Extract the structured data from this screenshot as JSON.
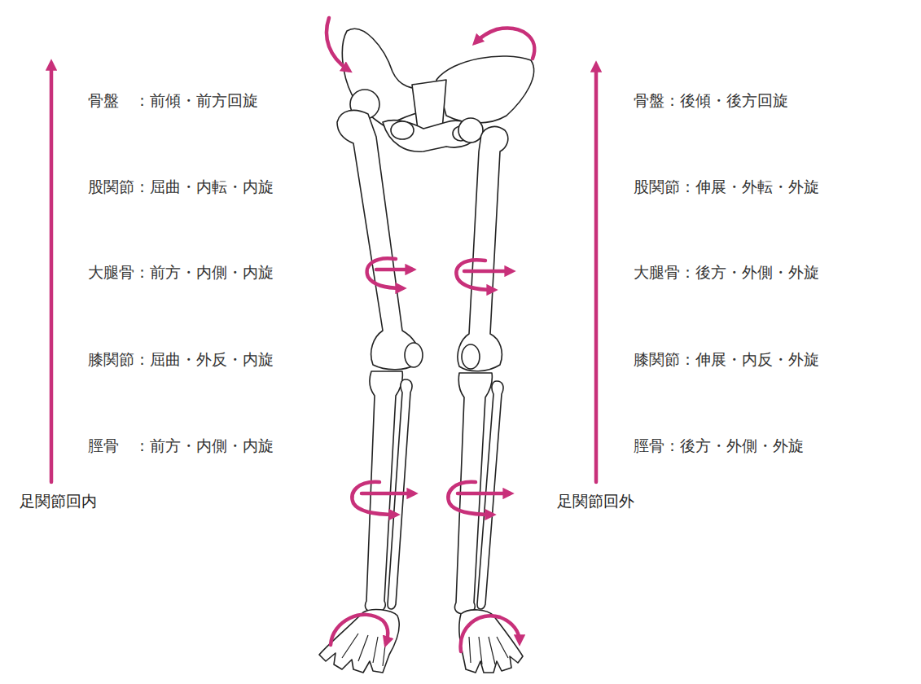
{
  "diagram": {
    "labels": [
      "骨盤　：前傾・前方回旋",
      "股関節：屈曲・内転・内旋",
      "大腿骨：前方・内側・内旋",
      "膝関節：屈曲・外反・内旋",
      "脛骨　：前方・内側・内旋",
      "足関節回内",
      "骨盤：後傾・後方回旋",
      "股関節：伸展・外転・外旋",
      "大腿骨：後方・外側・外旋",
      "膝関節：伸展・内反・外旋",
      "脛骨：後方・外側・外旋",
      "足関節回外"
    ]
  }
}
